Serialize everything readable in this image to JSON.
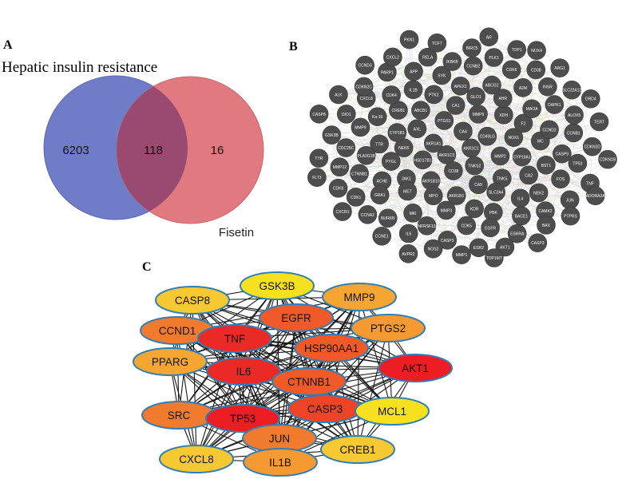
{
  "panels": {
    "a": "A",
    "b": "B",
    "c": "C"
  },
  "venn": {
    "title": "Hepatic insulin resistance",
    "left_only_count": "6203",
    "overlap_count": "118",
    "right_only_count": "16",
    "right_set_label": "Fisetin",
    "colors": {
      "left": "#6f7cc8",
      "right": "#e07a80",
      "overlap": "#9a4a70"
    }
  },
  "ppi_network": {
    "node_color": "#4d4d4d",
    "node_label_color": "#ffffff",
    "nodes": [
      "AKR1C1",
      "AKR1C3",
      "CA4",
      "TNKS2",
      "AKR1A1",
      "CD40LG",
      "CD38",
      "PTGS1",
      "MMP2",
      "HSD17B1",
      "MMP9",
      "CA9",
      "AXL",
      "NOX1",
      "AKR1B10",
      "CA1",
      "TNKS",
      "NEK6",
      "XDH",
      "AKR1B1",
      "ABCB1",
      "CYP19A1",
      "JAK1",
      "GLO1",
      "SLC2A4",
      "CYP1B1",
      "F2",
      "MPO",
      "PTK2",
      "CA2",
      "PYGL",
      "AHR",
      "KDR",
      "CREB1",
      "MC",
      "MET",
      "APEX1",
      "IL4",
      "TTR",
      "MAOA",
      "MMP3",
      "IL1B",
      "BST1",
      "ACHE",
      "ABCG2",
      "PBK",
      "Ka-16",
      "CCND2",
      "MKI",
      "SYK",
      "NEK2",
      "PLA2G1B",
      "A2M",
      "CDK5",
      "CDK4",
      "CASP9",
      "GRA1",
      "CCNB2",
      "BACE1",
      "MMP9",
      "DAPK1",
      "TNFRSF12A",
      "APP",
      "FOS",
      "CTNNB1",
      "CDK6",
      "EGFR",
      "CXCL8",
      "CCNB1",
      "NURKB",
      "IKBKB",
      "CAMK2",
      "CDC25C",
      "INSR",
      "CASP3",
      "PARP1",
      "TP53",
      "CDK1",
      "PLK1",
      "ESRRA",
      "DIO1",
      "ALOX5",
      "IL6",
      "RELA",
      "JUN",
      "MMP12",
      "CD38",
      "ESR2",
      "CDKN2C",
      "CDKN2D",
      "CCNA2",
      "BIRC5",
      "BAX",
      "GSK3B",
      "SLC22A12",
      "NOS2",
      "CXCL2",
      "TNF",
      "CDK6",
      "TOP1",
      "AKT1",
      "ALK",
      "TERT",
      "CCNE1",
      "TCF7",
      "PTPRS",
      "TYR",
      "ARG1",
      "MMP1",
      "CCND3",
      "CDKN1B",
      "CXCR1",
      "AR",
      "CASP3",
      "CASP8",
      "DRD4",
      "AVPR2",
      "PKN1",
      "ADORA2A",
      "FLT3",
      "NOX4",
      "TOP1MT"
    ]
  },
  "hub_network": {
    "nodes": [
      {
        "name": "GSK3B",
        "color": "#f6e01f"
      },
      {
        "name": "CASP8",
        "color": "#f6c832"
      },
      {
        "name": "MMP9",
        "color": "#f5a531"
      },
      {
        "name": "EGFR",
        "color": "#ef5a28"
      },
      {
        "name": "CCND1",
        "color": "#f07a2d"
      },
      {
        "name": "PTGS2",
        "color": "#f59a32"
      },
      {
        "name": "TNF",
        "color": "#ec2a25"
      },
      {
        "name": "HSP90AA1",
        "color": "#ef5a28"
      },
      {
        "name": "PPARG",
        "color": "#f5a531"
      },
      {
        "name": "IL6",
        "color": "#ec2a25"
      },
      {
        "name": "CTNNB1",
        "color": "#ef5a28"
      },
      {
        "name": "AKT1",
        "color": "#ec1e24"
      },
      {
        "name": "SRC",
        "color": "#f07a2d"
      },
      {
        "name": "TP53",
        "color": "#ec1e24"
      },
      {
        "name": "CASP3",
        "color": "#ee4426"
      },
      {
        "name": "MCL1",
        "color": "#f6e01f"
      },
      {
        "name": "JUN",
        "color": "#f07a2d"
      },
      {
        "name": "CXCL8",
        "color": "#f6c832"
      },
      {
        "name": "CREB1",
        "color": "#f6c832"
      },
      {
        "name": "IL1B",
        "color": "#f59a32"
      }
    ],
    "node_border_color": "#2f7fb8",
    "edge_color": "#1a1a1a"
  }
}
